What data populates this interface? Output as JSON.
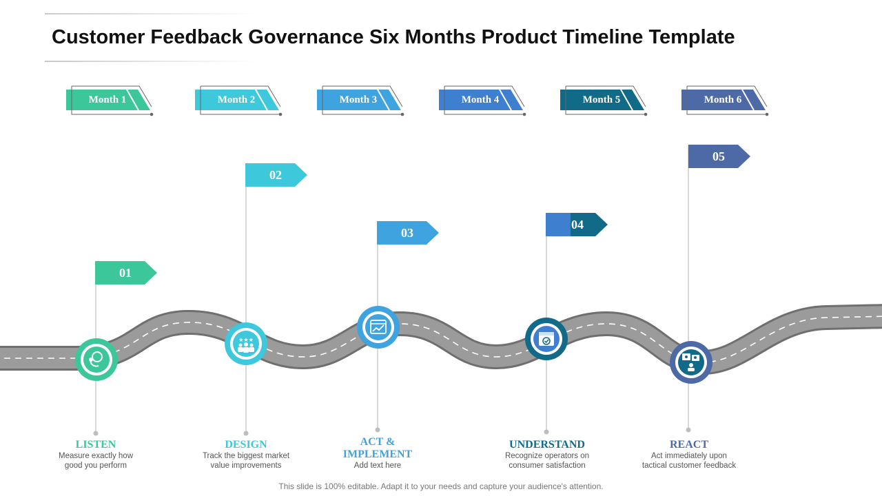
{
  "slide": {
    "title": "Customer Feedback Governance Six Months Product Timeline Template",
    "footer": "This slide is 100% editable. Adapt it to your needs and capture your audience's attention."
  },
  "months": [
    {
      "label": "Month 1",
      "color": "#3cc79b"
    },
    {
      "label": "Month 2",
      "color": "#3ec8db"
    },
    {
      "label": "Month 3",
      "color": "#3ea3df"
    },
    {
      "label": "Month 4",
      "color": "#3f7fd0"
    },
    {
      "label": "Month 5",
      "color": "#116b88"
    },
    {
      "label": "Month 6",
      "color": "#4d6aa6"
    }
  ],
  "flags": [
    {
      "label": "01",
      "color": "#3cc79b"
    },
    {
      "label": "02",
      "color": "#3ec8db"
    },
    {
      "label": "03",
      "color": "#3ea3df"
    },
    {
      "label": "04",
      "color": "#116b88",
      "accent": "#3f7fd0"
    },
    {
      "label": "05",
      "color": "#4d6aa6"
    }
  ],
  "stages": [
    {
      "title": "LISTEN",
      "desc_line1": "Measure exactly how",
      "desc_line2": "good you perform",
      "color": "#3cc79b",
      "icon": "headset-icon"
    },
    {
      "title": "DESIGN",
      "desc_line1": "Track the biggest market",
      "desc_line2": "value improvements",
      "color": "#3ec8db",
      "icon": "team-rating-icon"
    },
    {
      "title_line1": "ACT &",
      "title_line2": "IMPLEMENT",
      "desc_line1": "Add text here",
      "color": "#3ea3df",
      "icon": "growth-chart-icon"
    },
    {
      "title": "UNDERSTAND",
      "desc_line1": "Recognize operators on",
      "desc_line2": "consumer satisfaction",
      "color": "#116b88",
      "icon": "calendar-check-icon"
    },
    {
      "title": "REACT",
      "desc_line1": "Act immediately upon",
      "desc_line2": "tactical customer feedback",
      "color": "#4d6aa6",
      "icon": "feedback-screen-icon"
    }
  ]
}
